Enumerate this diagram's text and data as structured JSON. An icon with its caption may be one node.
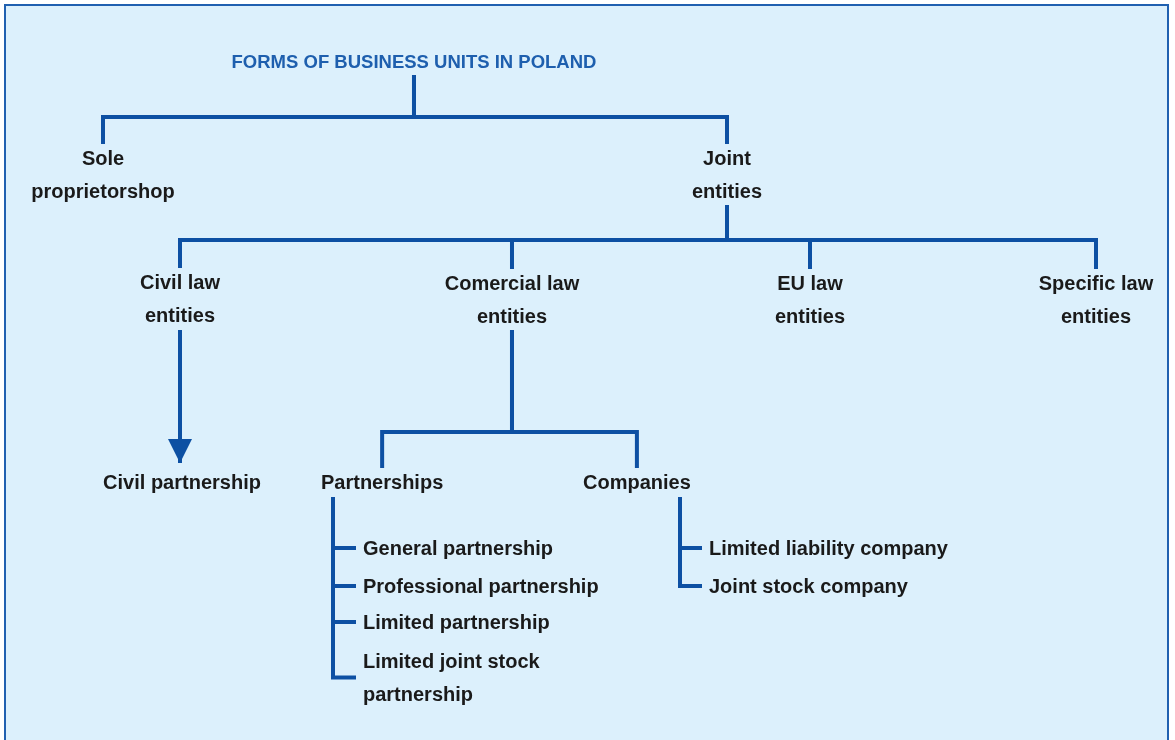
{
  "diagram": {
    "nodes": [
      {
        "text": [
          "FORMS OF BUSINESS UNITS IN POLAND"
        ]
      },
      {
        "text": [
          "Sole proprietorshop"
        ]
      },
      {
        "text": [
          "Joint entities"
        ]
      },
      {
        "text": [
          "Civil law entities"
        ]
      },
      {
        "text": [
          "Comercial law entities"
        ]
      },
      {
        "text": [
          "EU law entities"
        ]
      },
      {
        "text": [
          "Specific law entities"
        ]
      },
      {
        "text": [
          "Civil partnership"
        ]
      },
      {
        "text": [
          "Partnerships"
        ]
      },
      {
        "text": [
          "Companies"
        ]
      },
      {
        "text": [
          "General partnership"
        ]
      },
      {
        "text": [
          "Professional partnership"
        ]
      },
      {
        "text": [
          "Limited partnership"
        ]
      },
      {
        "text": [
          "Limited joint stock partnership"
        ]
      },
      {
        "text": [
          "Limited liability company"
        ]
      },
      {
        "text": [
          "Joint stock company"
        ]
      }
    ],
    "edges": [
      {
        "from": 0,
        "to": 1,
        "arrow": "none"
      },
      {
        "from": 0,
        "to": 2,
        "arrow": "none"
      },
      {
        "from": 2,
        "to": 3,
        "arrow": "none"
      },
      {
        "from": 2,
        "to": 4,
        "arrow": "none"
      },
      {
        "from": 2,
        "to": 5,
        "arrow": "none"
      },
      {
        "from": 2,
        "to": 6,
        "arrow": "none"
      },
      {
        "from": 3,
        "to": 7,
        "arrow": "to"
      },
      {
        "from": 4,
        "to": 8,
        "arrow": "none"
      },
      {
        "from": 4,
        "to": 9,
        "arrow": "none"
      },
      {
        "from": 8,
        "to": 10,
        "arrow": "none"
      },
      {
        "from": 8,
        "to": 11,
        "arrow": "none"
      },
      {
        "from": 8,
        "to": 12,
        "arrow": "none"
      },
      {
        "from": 8,
        "to": 13,
        "arrow": "none"
      },
      {
        "from": 9,
        "to": 14,
        "arrow": "none"
      },
      {
        "from": 9,
        "to": 15,
        "arrow": "none"
      }
    ]
  }
}
